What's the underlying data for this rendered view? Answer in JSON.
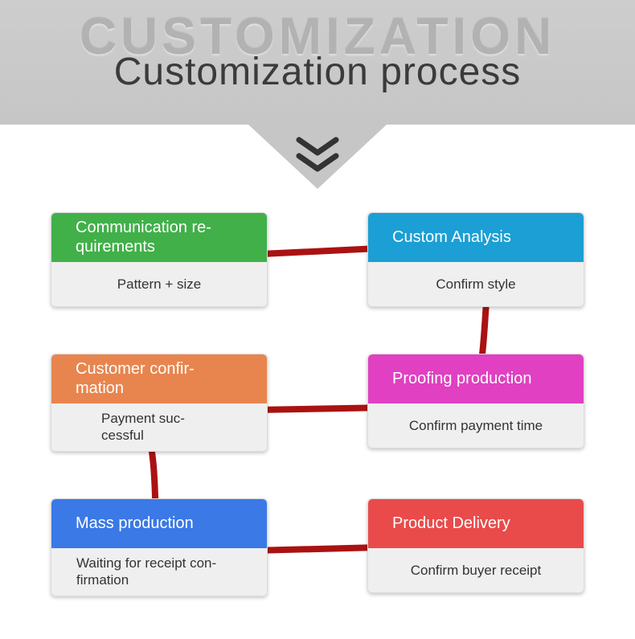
{
  "banner": {
    "watermark": "CUSTOMIZATION",
    "title": "Customization process"
  },
  "icons": {
    "down_chevron": "double chevron pointing down",
    "chevron_color": "#333333"
  },
  "flow": {
    "connector_color": "#aa1212",
    "cards": [
      {
        "id": "communication-requirements",
        "header": [
          "Communication re-",
          "quirements"
        ],
        "body": "Pattern + size",
        "color": "#41b049"
      },
      {
        "id": "custom-analysis",
        "header": "Custom Analysis",
        "body": "Confirm style",
        "color": "#1b9fd4"
      },
      {
        "id": "customer-confirmation",
        "header": [
          "Customer confir-",
          "mation"
        ],
        "body": [
          "Payment suc-",
          "cessful"
        ],
        "color": "#e8854e"
      },
      {
        "id": "proofing-production",
        "header": "Proofing production",
        "body": "Confirm payment time",
        "color": "#e040c1"
      },
      {
        "id": "mass-production",
        "header": "Mass production",
        "body": [
          "Waiting for receipt con-",
          "firmation"
        ],
        "color": "#3a79e6"
      },
      {
        "id": "product-delivery",
        "header": "Product Delivery",
        "body": "Confirm buyer receipt",
        "color": "#e94b4b"
      }
    ]
  }
}
